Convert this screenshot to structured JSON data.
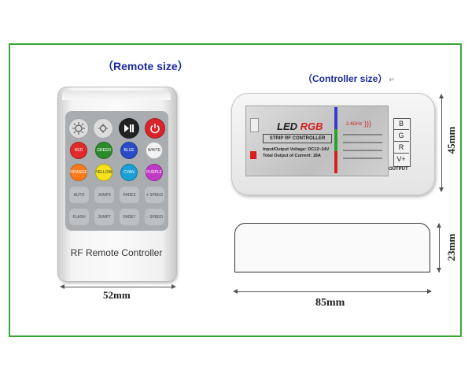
{
  "captions": {
    "remote": "（Remote size）",
    "controller": "（Controller size）",
    "controller_mark": "↵"
  },
  "remote": {
    "top_buttons": [
      "brightness-up-icon",
      "brightness-down-icon",
      "play-pause-icon",
      "power-icon"
    ],
    "color_row1": [
      {
        "label": "RED",
        "color": "#e0292b"
      },
      {
        "label": "GREEN",
        "color": "#2b8a2b"
      },
      {
        "label": "BLUE",
        "color": "#2a4bc6"
      },
      {
        "label": "WHITE",
        "color": "#f2f2f2"
      }
    ],
    "color_row2": [
      {
        "label": "ORANGE",
        "color": "#ff7a1a"
      },
      {
        "label": "YELLOW",
        "color": "#f5e21a"
      },
      {
        "label": "CYAN",
        "color": "#1aa0d6"
      },
      {
        "label": "PURPLE",
        "color": "#c03ac6"
      }
    ],
    "func_row1": [
      "AUTO",
      "JUMP3",
      "FADE3"
    ],
    "func_row2": [
      "FLASH",
      "JUMP7",
      "FADE7"
    ],
    "speed_plus": "+ SPEED",
    "speed_minus": "− SPEED",
    "label": "RF Remote Controller",
    "width_dim": "52mm"
  },
  "controller": {
    "brand_led": "LED",
    "brand_rgb": "RGB",
    "model": "STRIP RF CONTROLLER",
    "freq": "2.4GHz",
    "voltage": "Input/Output Voltage: DC12~24V",
    "current": "Total Output of Current: 18A",
    "terminals": [
      "B",
      "G",
      "R",
      "V+"
    ],
    "output_label": "OUTPUT",
    "height_dim": "45mm"
  },
  "profile": {
    "height_dim": "23mm",
    "width_dim": "85mm"
  }
}
